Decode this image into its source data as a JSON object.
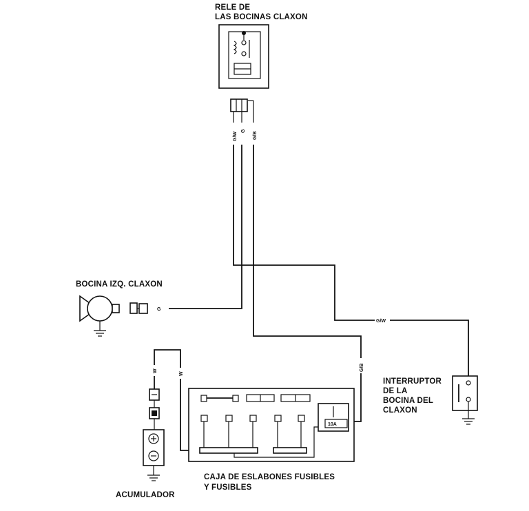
{
  "labels": {
    "relay_line1": "RELE DE",
    "relay_line2": "LAS BOCINAS CLAXON",
    "horn": "BOCINA IZQ. CLAXON",
    "switch_line1": "INTERRUPTOR",
    "switch_line2": "DE LA",
    "switch_line3": "BOCINA   DEL",
    "switch_line4": "CLAXON",
    "fusebox_line1": "CAJA DE ESLABONES FUSIBLES",
    "fusebox_line2": "Y FUSIBLES",
    "battery": "ACUMULADOR",
    "fuse_rating": "10A"
  },
  "wires": {
    "gw_vertical": "G/W",
    "g_vertical": "G",
    "gb_vertical": "G/B",
    "g_horn": "G",
    "gw_switch": "G/W",
    "gb_right": "G/B",
    "w_battery": "W",
    "w_fusebox": "W"
  }
}
